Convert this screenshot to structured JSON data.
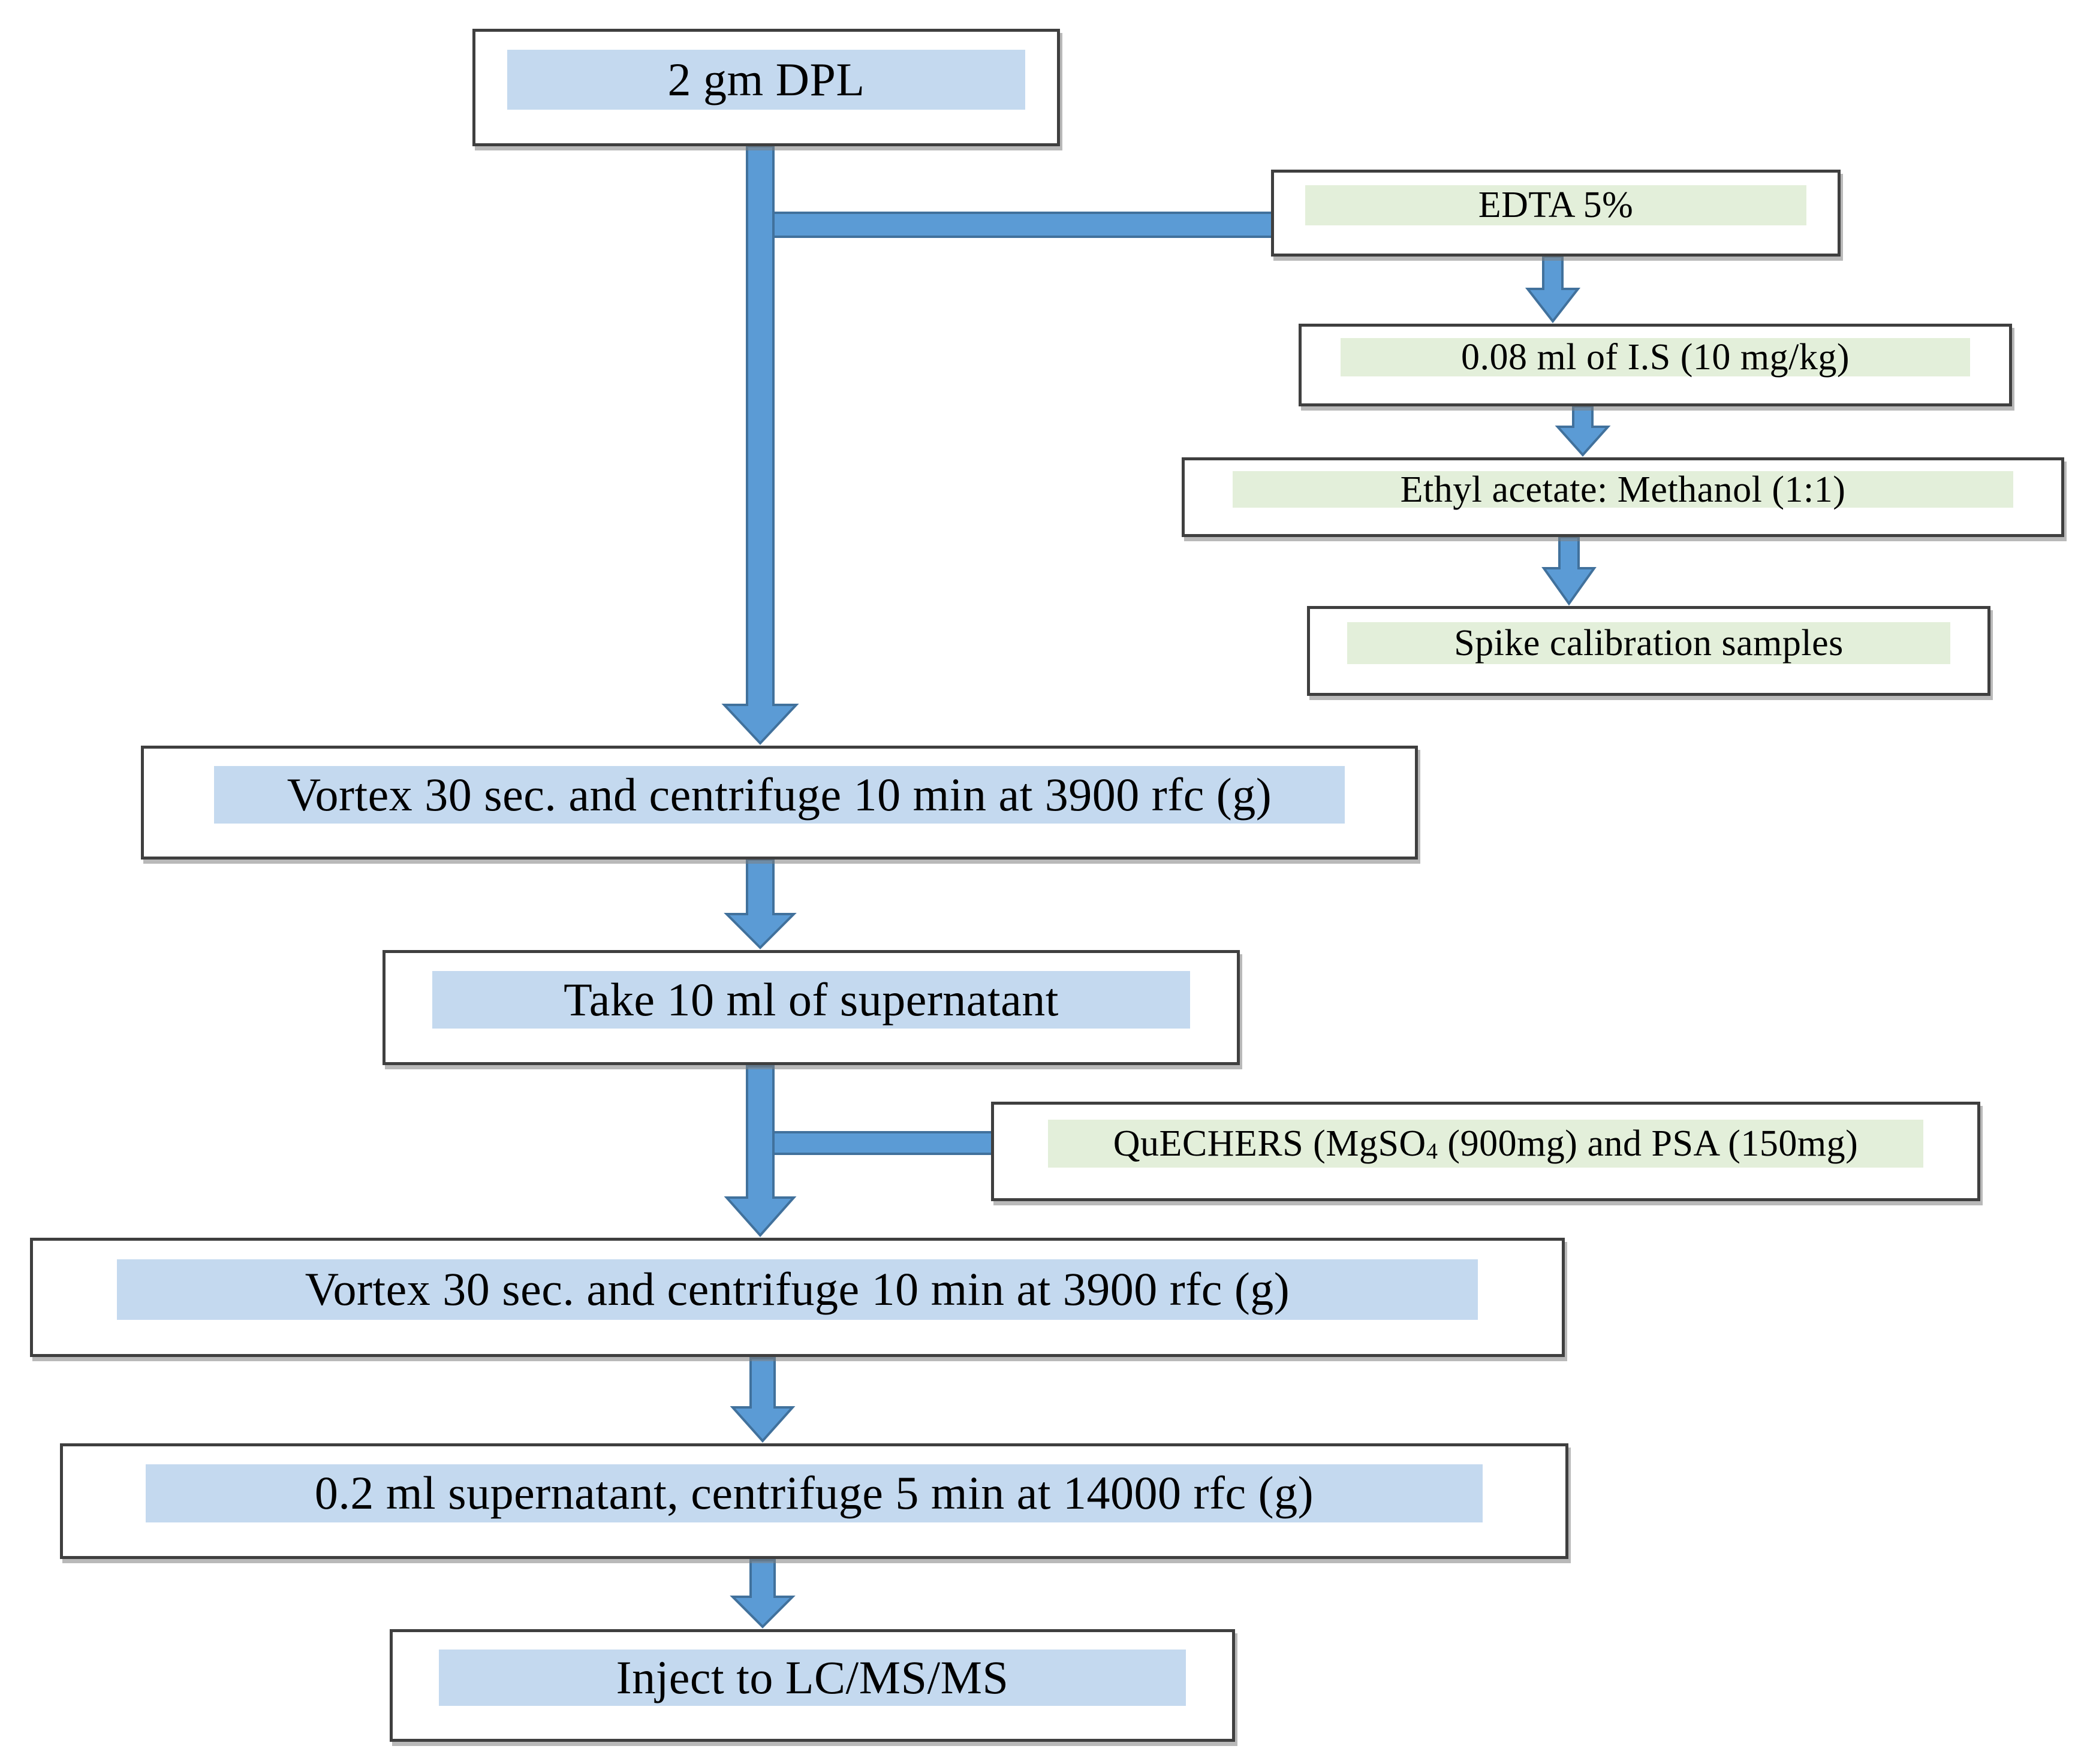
{
  "diagram": {
    "type": "flowchart",
    "main_flow": [
      "2 gm DPL",
      "Vortex 30 sec. and centrifuge 10 min at 3900 rfc (g)",
      "Take 10 ml of supernatant",
      "Vortex 30 sec. and centrifuge 10 min at 3900 rfc (g)",
      "0.2 ml supernatant, centrifuge 5 min at 14000 rfc (g)",
      "Inject to LC/MS/MS"
    ],
    "reagent_branch": [
      "EDTA 5%",
      "0.08 ml of I.S (10 mg/kg)",
      "Ethyl acetate: Methanol (1:1)",
      "Spike calibration samples"
    ],
    "quechers_step": {
      "pre": "QuECHERS (MgSO",
      "sub": "4",
      "post": " (900mg) and PSA (150mg)"
    },
    "colors": {
      "main_step_fill": "#c4d9ef",
      "reagent_step_fill": "#e3efda",
      "arrow_fill": "#5b9bd5",
      "arrow_outline": "#41719c",
      "box_border": "#3f3f3f",
      "text": "#000000",
      "background": "#ffffff"
    }
  }
}
